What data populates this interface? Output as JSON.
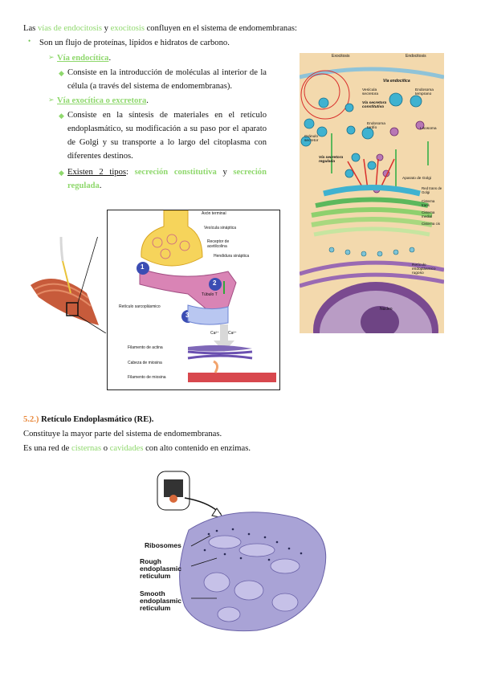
{
  "intro": {
    "pre": "Las ",
    "endo": "vías de endocitosis",
    "mid": " y ",
    "exo": "exocitosis",
    "post": " confluyen en el sistema de endomembranas:"
  },
  "bullet1": "Son un flujo de proteínas, lípidos e hidratos de carbono.",
  "via_endo": {
    "label": "Vía endocítica",
    "dot": ".",
    "desc": "Consiste en la introducción de moléculas al interior de la célula (a través del sistema de endomembranas)."
  },
  "via_exo": {
    "label": "Vía exocítica o excretora",
    "dot": ".",
    "desc": "Consiste en la síntesis de materiales en el retículo endoplasmático, su modificación a su paso por el aparato de Golgi y su transporte a lo largo del citoplasma con diferentes destinos."
  },
  "tipos": {
    "pre": "Existen 2 tipos",
    "colon": ": ",
    "t1": "secreción constitutiva",
    "y": " y ",
    "t2": "secreción regulada",
    "dot": "."
  },
  "section": {
    "num": "5.2.)",
    "title": "Retículo Endoplasmático (RE)."
  },
  "re_line1": "Constituye la mayor parte del sistema de endomembranas.",
  "re_line2": {
    "pre": "Es una red de ",
    "w1": "cisternas",
    "o": " o ",
    "w2": "cavidades",
    "post": " con alto contenido en enzimas."
  },
  "cell_fig": {
    "exocitosis": "Exocitosis",
    "endocitosis": "Endocitosis",
    "via_endocitica": "Vía endocítica",
    "vesicula_secretora": "Vesícula secretora",
    "via_secretora_constitutiva": "Vía secretora constitutiva",
    "endosoma_temprano": "Endosoma temprano",
    "endosoma_tardio": "Endosoma tardío",
    "lisosoma": "Lisosoma",
    "granulo_secretor": "Gránulo secretor",
    "via_secretora_regulada": "Vía secretora regulada",
    "aparato_golgi": "Aparato de Golgi",
    "red_trans": "Red trans de Golgi",
    "cisterna_trans": "Cisterna trans",
    "cisterna_medial": "Cisterna medial",
    "cisterna_cis": "Cisterna cis",
    "reticulo_rugoso": "Retículo endoplásmico rugoso",
    "nucleo": "Núcleo"
  },
  "synapse_fig": {
    "axon": "Axón terminal",
    "vesicula": "Vesícula sináptica",
    "receptor": "Receptor de acetilcolina",
    "hendidura": "Hendidura sináptica",
    "tubulo": "Túbulo T",
    "reticulo": "Retículo sarcoplásmico",
    "ca1": "Ca²⁺",
    "ca2": "Ca²⁺",
    "actina": "Filamento de actina",
    "cabeza": "Cabeza de miosina",
    "miosina": "Filamento de miosina",
    "n1": "1",
    "n2": "2",
    "n3": "3"
  },
  "er_fig": {
    "ribosomes": "Ribosomes",
    "rough": "Rough endoplasmic reticulum",
    "smooth": "Smooth endoplasmic reticulum"
  }
}
